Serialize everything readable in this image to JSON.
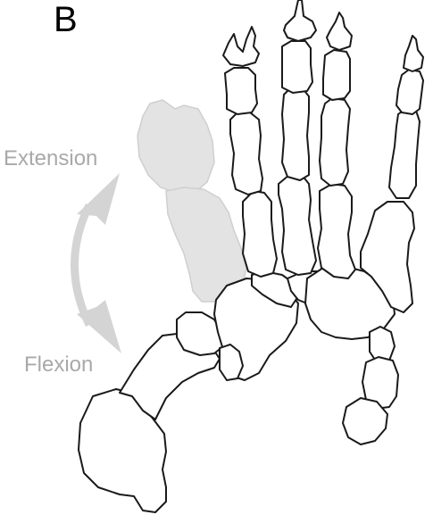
{
  "figure": {
    "panel_label": "B",
    "extension_label": "Extension",
    "flexion_label": "Flexion"
  },
  "colors": {
    "bone_outline": "#1a1a1a",
    "bone_fill": "#ffffff",
    "ghost_bone_fill": "#e3e3e3",
    "ghost_bone_outline": "#cfcfcf",
    "arrow": "#d4d4d4",
    "label_gray": "#a9a9a9",
    "panel_label": "#000000"
  }
}
